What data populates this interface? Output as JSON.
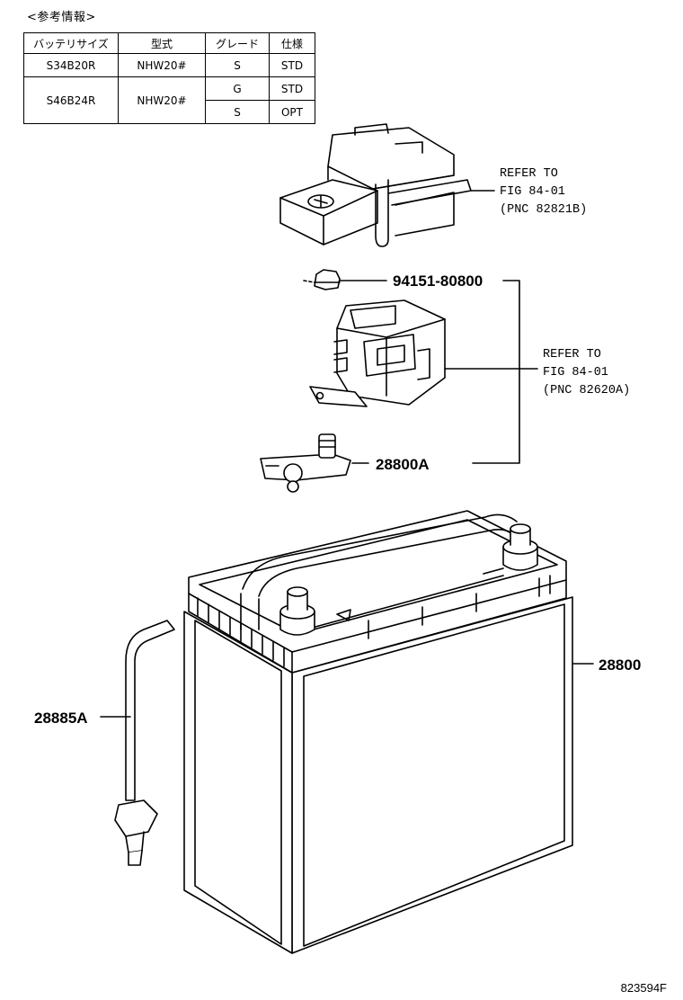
{
  "reference": {
    "title": "<参考情報>",
    "headers": [
      "バッテリサイズ",
      "型式",
      "グレード",
      "仕様"
    ],
    "rows": [
      {
        "size": "S34B20R",
        "model": "NHW20#",
        "grade": "S",
        "spec": "STD"
      },
      {
        "size": "S46B24R",
        "model": "NHW20#",
        "grades": [
          {
            "grade": "G",
            "spec": "STD"
          },
          {
            "grade": "S",
            "spec": "OPT"
          }
        ]
      }
    ]
  },
  "callouts": {
    "refer1": {
      "line1": "REFER TO",
      "line2": "FIG  84-01",
      "line3": "(PNC 82821B)"
    },
    "refer2": {
      "line1": "REFER TO",
      "line2": "FIG  84-01",
      "line3": "(PNC 82620A)"
    }
  },
  "parts": {
    "nut": "94151-80800",
    "clamp": "28800A",
    "battery": "28800",
    "vent_tube": "28885A"
  },
  "figure_code": "823594F"
}
